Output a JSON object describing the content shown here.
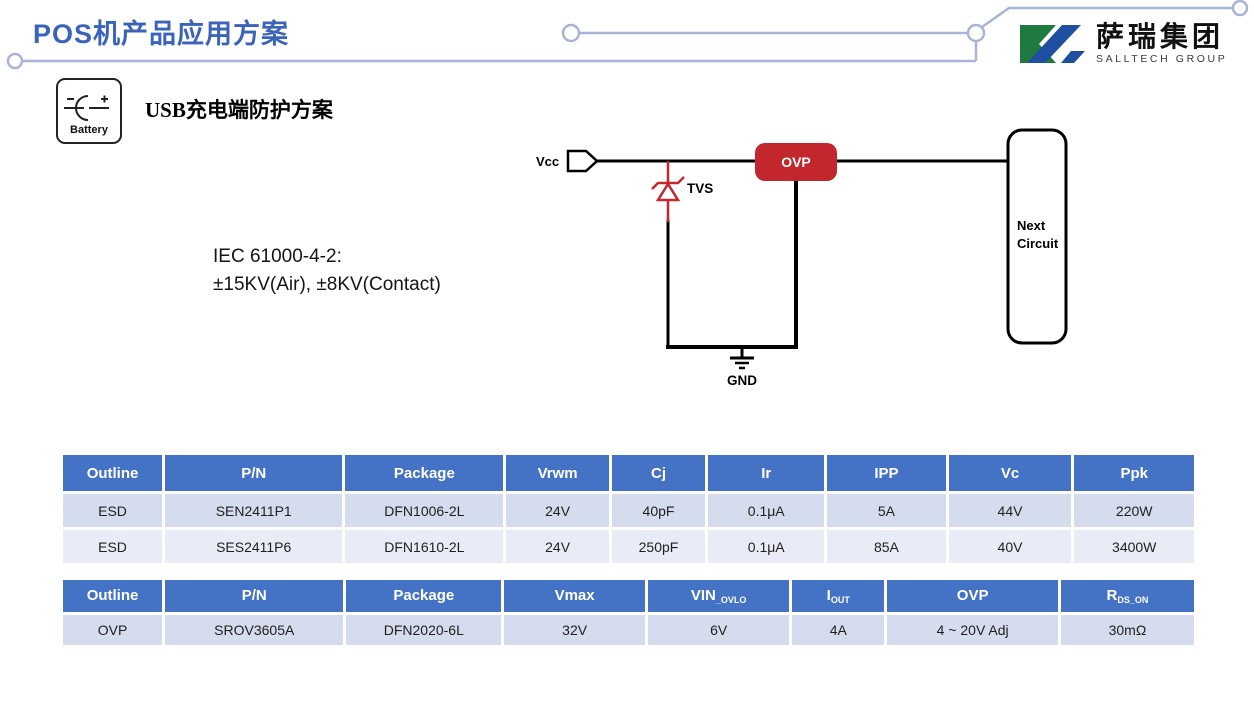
{
  "slide": {
    "title": "POS机产品应用方案",
    "section_heading": "USB充电端防护方案",
    "battery_label": "Battery",
    "iec_line1": "IEC 61000-4-2:",
    "iec_line2": "±15KV(Air), ±8KV(Contact)"
  },
  "logo": {
    "name_cn": "萨瑞集团",
    "name_en": "SALLTECH GROUP"
  },
  "diagram": {
    "vcc_label": "Vcc",
    "tvs_label": "TVS",
    "ovp_label": "OVP",
    "gnd_label": "GND",
    "next_circuit_line1": "Next",
    "next_circuit_line2": "Circuit"
  },
  "colors": {
    "title_blue": "#3A63B9",
    "accent_red": "#C1272D",
    "table_header_blue": "#4472C4",
    "table_row_dark": "#D5DCEE",
    "table_row_light": "#E9ECF6",
    "trace_line": "#A9B4D6",
    "logo_green": "#1F7A42",
    "logo_blue": "#1E4FA0"
  },
  "esd_table": {
    "headers": [
      "Outline",
      "P/N",
      "Package",
      "Vrwm",
      "Cj",
      "Ir",
      "IPP",
      "Vc",
      "Ppk"
    ],
    "rows": [
      [
        "ESD",
        "SEN2411P1",
        "DFN1006-2L",
        "24V",
        "40pF",
        "0.1μA",
        "5A",
        "44V",
        "220W"
      ],
      [
        "ESD",
        "SES2411P6",
        "DFN1610-2L",
        "24V",
        "250pF",
        "0.1μA",
        "85A",
        "40V",
        "3400W"
      ]
    ]
  },
  "ovp_table": {
    "headers": [
      {
        "main": "Outline",
        "sub": ""
      },
      {
        "main": "P/N",
        "sub": ""
      },
      {
        "main": "Package",
        "sub": ""
      },
      {
        "main": "Vmax",
        "sub": ""
      },
      {
        "main": "VIN",
        "sub": "_OVLO"
      },
      {
        "main": "I",
        "sub": "OUT"
      },
      {
        "main": "OVP",
        "sub": ""
      },
      {
        "main": "R",
        "sub": "DS_ON"
      }
    ],
    "rows": [
      [
        "OVP",
        "SROV3605A",
        "DFN2020-6L",
        "32V",
        "6V",
        "4A",
        "4 ~ 20V Adj",
        "30mΩ"
      ]
    ]
  }
}
